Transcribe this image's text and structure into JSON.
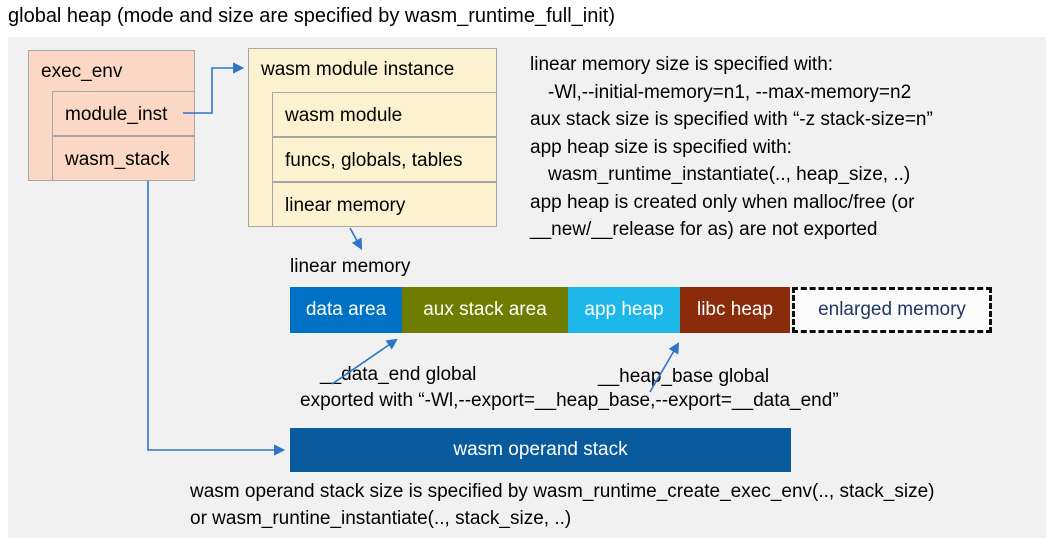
{
  "title": "global heap (mode and size are specified by wasm_runtime_full_init)",
  "exec_env": {
    "title": "exec_env",
    "rows": [
      {
        "label": "module_inst"
      },
      {
        "label": "wasm_stack"
      }
    ]
  },
  "module_instance": {
    "title": "wasm module instance",
    "rows": [
      {
        "label": "wasm module"
      },
      {
        "label": "funcs, globals, tables"
      },
      {
        "label": "linear memory"
      }
    ]
  },
  "notes": {
    "lines": [
      "linear memory size is specified with:",
      "-Wl,--initial-memory=n1, --max-memory=n2",
      "aux stack size is specified with “-z stack-size=n”",
      "app heap size is specified with:",
      "wasm_runtime_instantiate(.., heap_size, ..)",
      "app heap is created only when malloc/free (or",
      "__new/__release for as) are not exported"
    ]
  },
  "linear_memory": {
    "label": "linear memory",
    "segments": [
      {
        "label": "data area",
        "color": "#0072c6"
      },
      {
        "label": "aux stack area",
        "color": "#6e7d00"
      },
      {
        "label": "app heap",
        "color": "#1db7ea"
      },
      {
        "label": "libc heap",
        "color": "#8a2b0a"
      },
      {
        "label": "enlarged memory",
        "color": "#fbfbfb",
        "text_color": "#1f3864"
      }
    ],
    "data_end_label": "__data_end global",
    "heap_base_label": "__heap_base global",
    "export_note": "exported with “-Wl,--export=__heap_base,--export=__data_end”"
  },
  "operand_stack": {
    "label": "wasm operand stack",
    "note_lines": [
      "wasm operand stack size is specified by wasm_runtime_create_exec_env(.., stack_size)",
      "or wasm_runtine_instantiate(.., stack_size, ..)"
    ]
  },
  "colors": {
    "arrow": "#2e75c8",
    "panel": "#f1f1f1",
    "exec-fill": "#fbd8c6",
    "instance-fill": "#fcf2cf",
    "box-border": "#a6a6a6",
    "operand-fill": "#0a5a9e"
  }
}
